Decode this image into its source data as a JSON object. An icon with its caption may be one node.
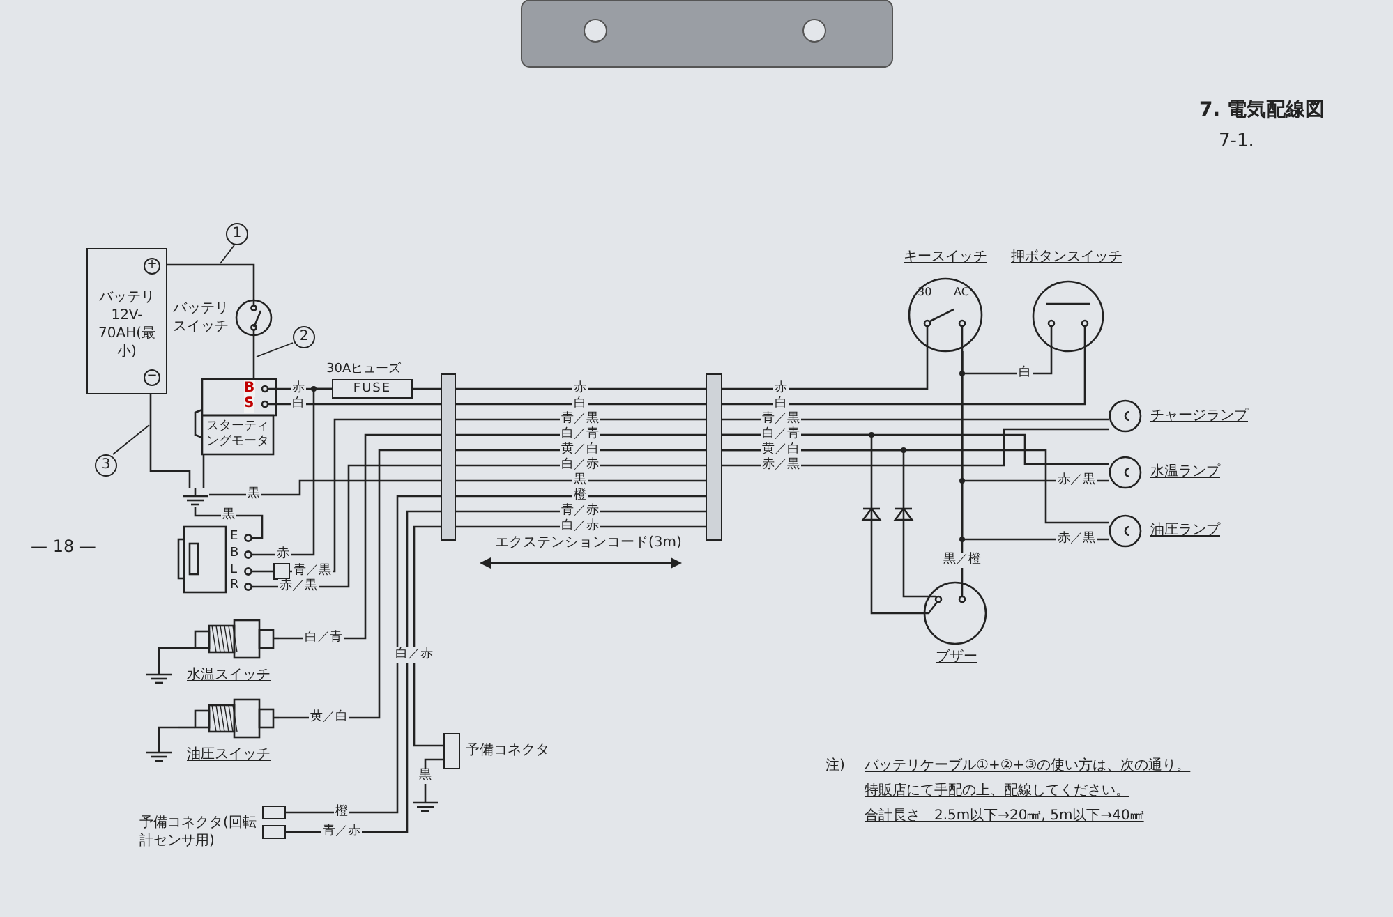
{
  "diagram": {
    "title": "7. 電気配線図",
    "nodes": [
      {
        "text": [
          "バッテリ12V-70AH(最小)"
        ]
      },
      {
        "text": [
          "バッテリスイッチ"
        ]
      },
      {
        "text": [
          "スターティングモータ"
        ]
      },
      {
        "text": [
          "FUSE"
        ],
        "beside": [
          "30Aヒューズ"
        ]
      },
      {
        "text": [],
        "shape": "bar"
      },
      {
        "text": [],
        "shape": "bar"
      },
      {
        "text": [],
        "shape": "picture",
        "beside": [
          "E",
          "B",
          "L",
          "R"
        ]
      },
      {
        "text": [],
        "shape": "box"
      },
      {
        "text": [
          "水温スイッチ"
        ]
      },
      {
        "text": [
          "油圧スイッチ"
        ]
      },
      {
        "text": [
          "予備コネクタ"
        ]
      },
      {
        "text": [
          "予備コネクタ(回転計センサ用)"
        ]
      },
      {
        "text": [
          "キースイッチ"
        ]
      },
      {
        "text": [
          "押ボタンスイッチ"
        ]
      },
      {
        "text": [
          "チャージランプ"
        ]
      },
      {
        "text": [
          "水温ランプ"
        ]
      },
      {
        "text": [
          "油圧ランプ"
        ]
      },
      {
        "text": [],
        "shape": "diode"
      },
      {
        "text": [],
        "shape": "diode"
      },
      {
        "text": [
          "ブザー"
        ]
      },
      {
        "text": [],
        "shape": "ground"
      },
      {
        "text": [],
        "shape": "ground"
      },
      {
        "text": [],
        "shape": "ground"
      },
      {
        "text": [],
        "shape": "ground"
      },
      {
        "text": [
          "1"
        ]
      },
      {
        "text": [
          "2"
        ]
      },
      {
        "text": [
          "3"
        ]
      }
    ],
    "edges": [
      {
        "from": 0,
        "to": 1,
        "arrow": "none"
      },
      {
        "from": 1,
        "to": 2,
        "arrow": "none"
      },
      {
        "from": 0,
        "to": 20,
        "arrow": "none"
      },
      {
        "from": 2,
        "to": 20,
        "arrow": "none"
      },
      {
        "from": 20,
        "to": 4,
        "arrow": "none",
        "label": "黒"
      },
      {
        "from": 20,
        "to": 6,
        "arrow": "none",
        "label": "黒"
      },
      {
        "from": 2,
        "to": 3,
        "arrow": "none",
        "label": "赤"
      },
      {
        "from": 3,
        "to": 4,
        "arrow": "none"
      },
      {
        "from": 2,
        "to": 4,
        "arrow": "none",
        "label": "白"
      },
      {
        "from": 6,
        "to": 3,
        "arrow": "none",
        "label": "赤"
      },
      {
        "from": 6,
        "to": 7,
        "arrow": "none"
      },
      {
        "from": 7,
        "to": 4,
        "arrow": "none",
        "label": "青／黒"
      },
      {
        "from": 6,
        "to": 4,
        "arrow": "none",
        "label": "赤／黒"
      },
      {
        "from": 8,
        "to": 4,
        "arrow": "none",
        "label": "白／青"
      },
      {
        "from": 9,
        "to": 4,
        "arrow": "none",
        "label": "黄／白"
      },
      {
        "from": 8,
        "to": 21,
        "arrow": "none"
      },
      {
        "from": 9,
        "to": 22,
        "arrow": "none"
      },
      {
        "from": 4,
        "to": 10,
        "arrow": "none",
        "label": "白／赤"
      },
      {
        "from": 10,
        "to": 23,
        "arrow": "none",
        "label": "黒"
      },
      {
        "from": 11,
        "to": 4,
        "arrow": "none",
        "label": "橙"
      },
      {
        "from": 11,
        "to": 4,
        "arrow": "none",
        "label": "青／赤"
      },
      {
        "from": 4,
        "to": 5,
        "arrow": "none",
        "label": "赤"
      },
      {
        "from": 4,
        "to": 5,
        "arrow": "none",
        "label": "白"
      },
      {
        "from": 4,
        "to": 5,
        "arrow": "none",
        "label": "青／黒"
      },
      {
        "from": 4,
        "to": 5,
        "arrow": "none",
        "label": "白／青"
      },
      {
        "from": 4,
        "to": 5,
        "arrow": "none",
        "label": "黄／白"
      },
      {
        "from": 4,
        "to": 5,
        "arrow": "none",
        "label": "白／赤"
      },
      {
        "from": 4,
        "to": 5,
        "arrow": "none",
        "label": "黒"
      },
      {
        "from": 4,
        "to": 5,
        "arrow": "none",
        "label": "橙"
      },
      {
        "from": 4,
        "to": 5,
        "arrow": "none",
        "label": "青／赤"
      },
      {
        "from": 4,
        "to": 5,
        "arrow": "none",
        "label": "白／赤"
      },
      {
        "from": 5,
        "to": 12,
        "arrow": "none",
        "label": "赤"
      },
      {
        "from": 5,
        "to": 13,
        "arrow": "none",
        "label": "白"
      },
      {
        "from": 12,
        "to": 13,
        "arrow": "none",
        "label": "白"
      },
      {
        "from": 12,
        "to": 19,
        "arrow": "none",
        "label": "黒／橙"
      },
      {
        "from": 5,
        "to": 14,
        "arrow": "none",
        "label": "青／黒"
      },
      {
        "from": 5,
        "to": 15,
        "arrow": "none",
        "label": "白／青"
      },
      {
        "from": 5,
        "to": 16,
        "arrow": "none",
        "label": "黄／白"
      },
      {
        "from": 5,
        "to": 14,
        "arrow": "none",
        "label": "赤／黒"
      },
      {
        "from": 12,
        "to": 15,
        "arrow": "none",
        "label": "赤／黒"
      },
      {
        "from": 12,
        "to": 16,
        "arrow": "none",
        "label": "赤／黒"
      },
      {
        "from": 5,
        "to": 17,
        "arrow": "none"
      },
      {
        "from": 5,
        "to": 18,
        "arrow": "none"
      },
      {
        "from": 17,
        "to": 19,
        "arrow": "none"
      },
      {
        "from": 18,
        "to": 19,
        "arrow": "none"
      },
      {
        "from": 24,
        "to": null,
        "arrow": "none"
      },
      {
        "from": 25,
        "to": null,
        "arrow": "none"
      },
      {
        "from": 26,
        "to": null,
        "arrow": "none"
      }
    ],
    "labels": [
      "7-1.",
      "— 18 —",
      "+",
      "−",
      "B",
      "S",
      "エクステンションコード(3m)",
      "30",
      "AC",
      "注)",
      "バッテリケーブル①+②+③の使い方は、次の通り。",
      "特販店にて手配の上、配線してください。",
      "合計長さ　2.5m以下→20㎟, 5m以下→40㎟"
    ]
  }
}
